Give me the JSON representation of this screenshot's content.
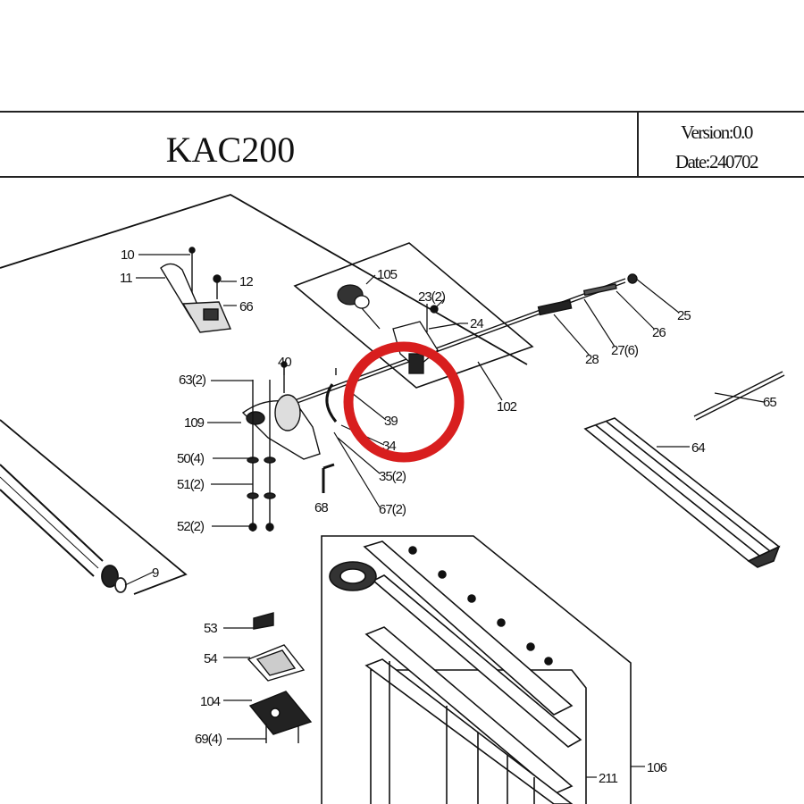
{
  "header": {
    "model": "KAC200",
    "version": "Version:0.0",
    "date": "Date:240702"
  },
  "part_labels": [
    "10",
    "11",
    "12",
    "66",
    "105",
    "23(2)",
    "24",
    "25",
    "26",
    "27(6)",
    "28",
    "102",
    "40",
    "63(2)",
    "109",
    "39",
    "34",
    "35(2)",
    "67(2)",
    "68",
    "50(4)",
    "51(2)",
    "52(2)",
    "9",
    "65",
    "64",
    "53",
    "54",
    "104",
    "69(4)",
    "211",
    "106"
  ],
  "highlight": {
    "color": "#d81e1e",
    "target": "39"
  }
}
